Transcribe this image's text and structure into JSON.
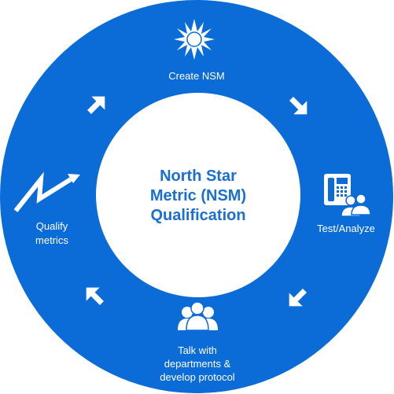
{
  "colors": {
    "ring": "#0b6cd8",
    "center_fill": "#ffffff",
    "center_text": "#1a6fd0",
    "label_text": "#ffffff"
  },
  "center": {
    "line1": "North Star",
    "line2": "Metric (NSM)",
    "line3": "Qualification"
  },
  "steps": {
    "create": {
      "label": "Create NSM",
      "icon": "sunburst-icon"
    },
    "test": {
      "label": "Test/Analyze",
      "icon": "phone-with-people-icon"
    },
    "talk": {
      "line1": "Talk with",
      "line2": "departments &",
      "line3": "develop protocol",
      "icon": "group-people-icon"
    },
    "qualify": {
      "line1": "Qualify",
      "line2": "metrics",
      "icon": "trend-up-icon"
    }
  },
  "arrows": [
    "arrow-up-right-icon",
    "arrow-down-right-icon",
    "arrow-down-left-icon",
    "arrow-up-left-icon"
  ]
}
